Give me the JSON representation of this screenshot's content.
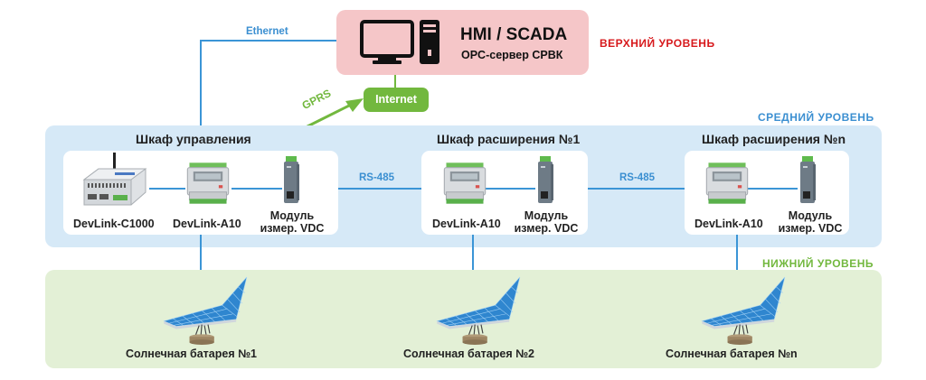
{
  "top_level": {
    "label": "ВЕРХНИЙ УРОВЕНЬ",
    "color": "#d7191c",
    "hmi": {
      "title": "HMI / SCADA",
      "subtitle": "OPC-сервер СРВК",
      "bg_color": "#f5c6c8",
      "icon": "computer-icon"
    },
    "internet": {
      "label": "Internet",
      "bg_color": "#72b83e"
    },
    "ethernet_label": "Ethernet",
    "gprs_label": "GPRS"
  },
  "middle_level": {
    "label": "СРЕДНИЙ УРОВЕНЬ",
    "color": "#3b8fd1",
    "bg_color": "#d6e9f7",
    "rs485_label": "RS-485",
    "cabinets": [
      {
        "title": "Шкаф управления",
        "devices": [
          {
            "name": "DevLink-C1000",
            "icon": "controller-icon"
          },
          {
            "name": "DevLink-A10",
            "icon": "io-module-icon"
          },
          {
            "name_line1": "Модуль",
            "name_line2": "измер. VDC",
            "icon": "vdc-module-icon"
          }
        ]
      },
      {
        "title": "Шкаф расширения №1",
        "devices": [
          {
            "name": "DevLink-A10",
            "icon": "io-module-icon"
          },
          {
            "name_line1": "Модуль",
            "name_line2": "измер. VDC",
            "icon": "vdc-module-icon"
          }
        ]
      },
      {
        "title": "Шкаф расширения №n",
        "devices": [
          {
            "name": "DevLink-A10",
            "icon": "io-module-icon"
          },
          {
            "name_line1": "Модуль",
            "name_line2": "измер. VDC",
            "icon": "vdc-module-icon"
          }
        ]
      }
    ]
  },
  "bottom_level": {
    "label": "НИЖНИЙ УРОВЕНЬ",
    "color": "#72b83e",
    "bg_color": "#e3f0d6",
    "panels": [
      {
        "label": "Солнечная батарея №1",
        "icon": "solar-panel-icon"
      },
      {
        "label": "Солнечная батарея №2",
        "icon": "solar-panel-icon"
      },
      {
        "label": "Солнечная батарея №n",
        "icon": "solar-panel-icon"
      }
    ]
  }
}
